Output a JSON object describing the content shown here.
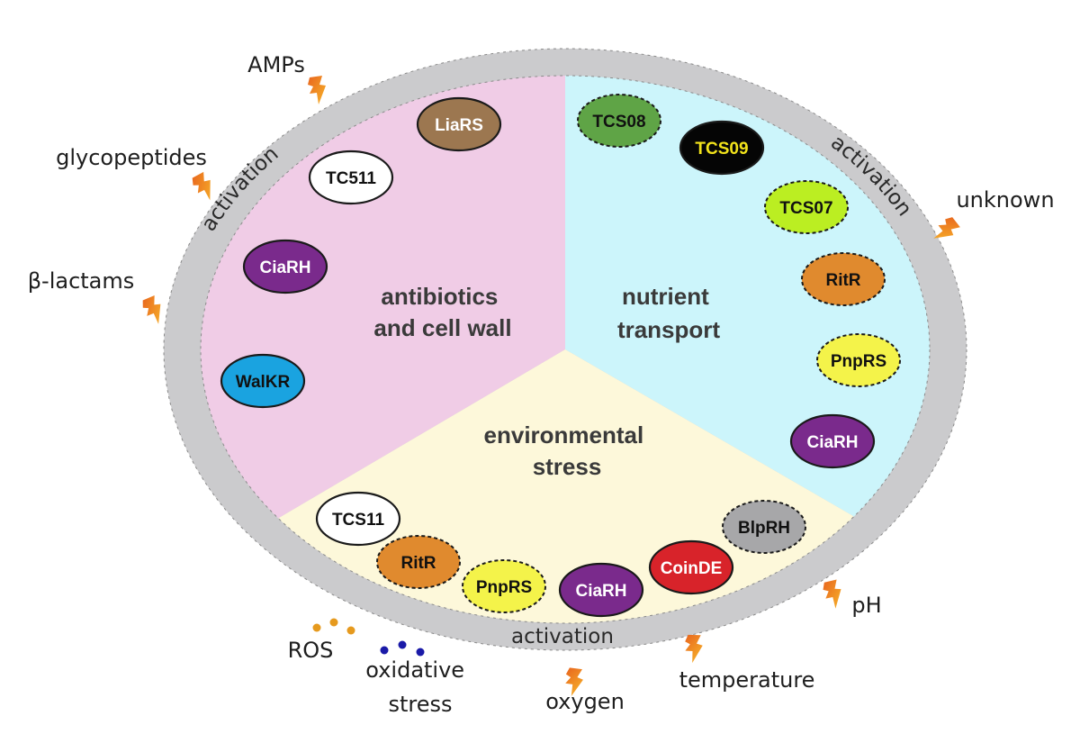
{
  "title": "Two-component systems grouped by function",
  "sectors": [
    {
      "id": "antibiotics",
      "label_lines": [
        "antibiotics",
        "and cell wall"
      ],
      "color": "#f0cce6"
    },
    {
      "id": "nutrient",
      "label_lines": [
        "nutrient",
        "transport"
      ],
      "color": "#ccf5fb"
    },
    {
      "id": "environmental",
      "label_lines": [
        "environmental",
        "stress"
      ],
      "color": "#fdf8da"
    }
  ],
  "ring": {
    "color": "#cbcbcd",
    "label": "activation"
  },
  "nodes": [
    {
      "label": "LiaRS",
      "sector": "antibiotics",
      "fill": "#9c7750",
      "text": "#ffffff",
      "dashed": false
    },
    {
      "label": "TC511",
      "sector": "antibiotics",
      "fill": "#ffffff",
      "text": "#111111",
      "dashed": false
    },
    {
      "label": "CiaRH",
      "sector": "antibiotics",
      "fill": "#7a2a8c",
      "text": "#ffffff",
      "dashed": false
    },
    {
      "label": "WalKR",
      "sector": "antibiotics",
      "fill": "#1aa3e0",
      "text": "#111111",
      "dashed": false
    },
    {
      "label": "TCS08",
      "sector": "nutrient",
      "fill": "#5fa446",
      "text": "#111111",
      "dashed": true
    },
    {
      "label": "TCS09",
      "sector": "nutrient",
      "fill": "#050505",
      "text": "#f2e31b",
      "dashed": false
    },
    {
      "label": "TCS07",
      "sector": "nutrient",
      "fill": "#bbee22",
      "text": "#111111",
      "dashed": true
    },
    {
      "label": "RitR",
      "sector": "nutrient",
      "fill": "#e08a2e",
      "text": "#111111",
      "dashed": true
    },
    {
      "label": "PnpRS",
      "sector": "nutrient",
      "fill": "#f4f34a",
      "text": "#111111",
      "dashed": true
    },
    {
      "label": "CiaRH",
      "sector": "nutrient",
      "fill": "#7a2a8c",
      "text": "#ffffff",
      "dashed": false
    },
    {
      "label": "TCS11",
      "sector": "environmental",
      "fill": "#ffffff",
      "text": "#111111",
      "dashed": false
    },
    {
      "label": "RitR",
      "sector": "environmental",
      "fill": "#e08a2e",
      "text": "#111111",
      "dashed": true
    },
    {
      "label": "PnpRS",
      "sector": "environmental",
      "fill": "#f4f34a",
      "text": "#111111",
      "dashed": true
    },
    {
      "label": "CiaRH",
      "sector": "environmental",
      "fill": "#7a2a8c",
      "text": "#ffffff",
      "dashed": false
    },
    {
      "label": "CoinDE",
      "sector": "environmental",
      "fill": "#d8232a",
      "text": "#ffffff",
      "dashed": false
    },
    {
      "label": "BlpRH",
      "sector": "environmental",
      "fill": "#a7a7a9",
      "text": "#111111",
      "dashed": true
    }
  ],
  "stimuli": [
    {
      "label": "AMPs",
      "icon": "lightning-bolt-icon"
    },
    {
      "label": "glycopeptides",
      "icon": "lightning-bolt-icon"
    },
    {
      "label": "β-lactams",
      "icon": "lightning-bolt-icon"
    },
    {
      "label": "unknown",
      "icon": "lightning-bolt-icon"
    },
    {
      "label": "pH",
      "icon": "lightning-bolt-icon"
    },
    {
      "label": "temperature",
      "icon": "lightning-bolt-icon"
    },
    {
      "label": "oxygen",
      "icon": "lightning-bolt-icon"
    },
    {
      "label": "ROS",
      "icon": "dots-icon",
      "dot_color": "#e69a1e"
    },
    {
      "label_lines": [
        "oxidative",
        "stress"
      ],
      "icon": "dots-icon",
      "dot_color": "#1a1aa8"
    }
  ],
  "bolt_colors": {
    "outer": "#e8641e",
    "inner": "#f7b52a"
  }
}
